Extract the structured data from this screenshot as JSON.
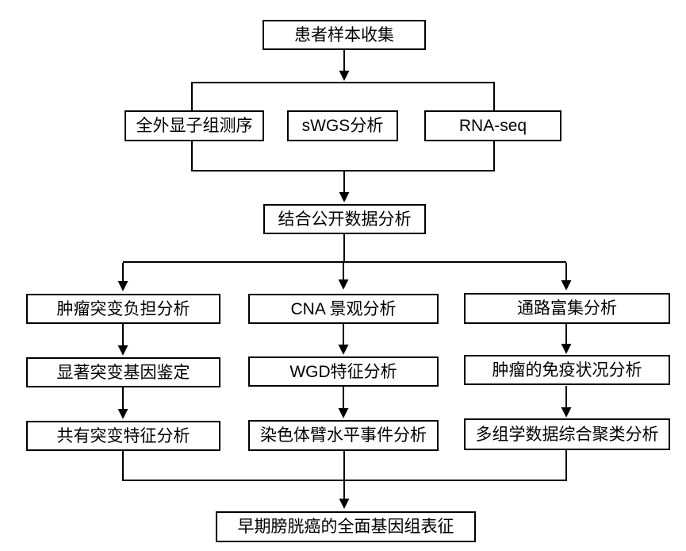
{
  "diagram": {
    "type": "flowchart",
    "background_color": "#ffffff",
    "box_fill_color": "#ffffff",
    "box_border_color": "#000000",
    "line_color": "#000000",
    "text_color": "#000000",
    "nodes": [
      {
        "id": "collect",
        "label": "患者样本收集"
      },
      {
        "id": "wes",
        "label": "全外显子组测序"
      },
      {
        "id": "swgs",
        "label": "sWGS分析"
      },
      {
        "id": "rnaseq",
        "label": "RNA-seq"
      },
      {
        "id": "public",
        "label": "结合公开数据分析"
      },
      {
        "id": "tmb",
        "label": "肿瘤突变负担分析"
      },
      {
        "id": "cna",
        "label": "CNA 景观分析"
      },
      {
        "id": "pathway",
        "label": "通路富集分析"
      },
      {
        "id": "smg",
        "label": "显著突变基因鉴定"
      },
      {
        "id": "wgd",
        "label": "WGD特征分析"
      },
      {
        "id": "immune",
        "label": "肿瘤的免疫状况分析"
      },
      {
        "id": "shared",
        "label": "共有突变特征分析"
      },
      {
        "id": "arm",
        "label": "染色体臂水平事件分析"
      },
      {
        "id": "cluster",
        "label": "多组学数据综合聚类分析"
      },
      {
        "id": "final",
        "label": "早期膀胱癌的全面基因组表征"
      }
    ],
    "edges": [
      {
        "from": "collect",
        "to": "wes"
      },
      {
        "from": "collect",
        "to": "swgs"
      },
      {
        "from": "collect",
        "to": "rnaseq"
      },
      {
        "from": "wes",
        "to": "public"
      },
      {
        "from": "swgs",
        "to": "public"
      },
      {
        "from": "rnaseq",
        "to": "public"
      },
      {
        "from": "public",
        "to": "tmb"
      },
      {
        "from": "public",
        "to": "cna"
      },
      {
        "from": "public",
        "to": "pathway"
      },
      {
        "from": "tmb",
        "to": "smg"
      },
      {
        "from": "smg",
        "to": "shared"
      },
      {
        "from": "cna",
        "to": "wgd"
      },
      {
        "from": "wgd",
        "to": "arm"
      },
      {
        "from": "pathway",
        "to": "immune"
      },
      {
        "from": "immune",
        "to": "cluster"
      },
      {
        "from": "shared",
        "to": "final"
      },
      {
        "from": "arm",
        "to": "final"
      },
      {
        "from": "cluster",
        "to": "final"
      }
    ]
  }
}
